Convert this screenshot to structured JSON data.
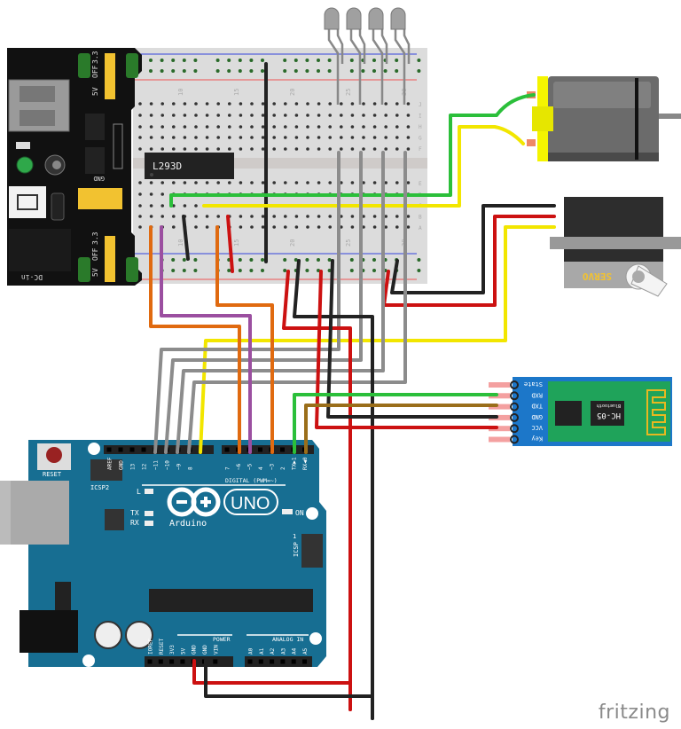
{
  "diagram": {
    "tool_brand": "fritzing",
    "components": {
      "power_module": {
        "name": "Breadboard Power Supply",
        "labels": {
          "v5": "5V",
          "off": "OFF",
          "v33": "3.3",
          "gnd": "GND",
          "h5v": "5V",
          "h33v": "3.3V",
          "dcin": "DC-in",
          "minus": "-",
          "plus": "+"
        }
      },
      "breadboard": {
        "column_numbers": [
          "10",
          "15",
          "20",
          "25",
          "30"
        ],
        "row_letters_top": [
          "J",
          "I",
          "H",
          "G",
          "F"
        ],
        "row_letters_bottom": [
          "E",
          "D",
          "C",
          "B",
          "A"
        ]
      },
      "driver_ic": {
        "label": "L293D"
      },
      "leds": {
        "count": 4
      },
      "dc_motor": {
        "name": "DC Motor"
      },
      "servo": {
        "label": "SERVO"
      },
      "bluetooth": {
        "label": "HC-05",
        "sublabel": "Bluetooth",
        "pins": [
          "State",
          "RXD",
          "TXD",
          "GND",
          "VCC",
          "Key"
        ]
      },
      "arduino": {
        "model": "UNO",
        "brand": "Arduino",
        "tm": "TM",
        "reset": "RESET",
        "icsp2": "ICSP2",
        "icsp": "ICSP",
        "icsp_pin1": "1",
        "digital_header": "DIGITAL (PWM=~)",
        "digital_pins": [
          "AREF",
          "GND",
          "13",
          "12",
          "~11",
          "~10",
          "~9",
          "8",
          "7",
          "~6",
          "~5",
          "4",
          "~3",
          "2",
          "TX▶1",
          "RX◀0"
        ],
        "power_header": "POWER",
        "power_pins": [
          "IOREF",
          "RESET",
          "3V3",
          "5V",
          "GND",
          "GND",
          "VIN"
        ],
        "analog_header": "ANALOG IN",
        "analog_pins": [
          "A0",
          "A1",
          "A2",
          "A3",
          "A4",
          "A5"
        ],
        "led_labels": {
          "l": "L",
          "tx": "TX",
          "rx": "RX",
          "on": "ON"
        }
      }
    },
    "wire_colors": {
      "red": "#cc1111",
      "black": "#222222",
      "gray": "#8c8c8c",
      "orange": "#e06a10",
      "purple": "#9b4fa0",
      "yellow": "#f2e600",
      "green": "#2bbf3a",
      "brown": "#9a6e1a"
    }
  }
}
